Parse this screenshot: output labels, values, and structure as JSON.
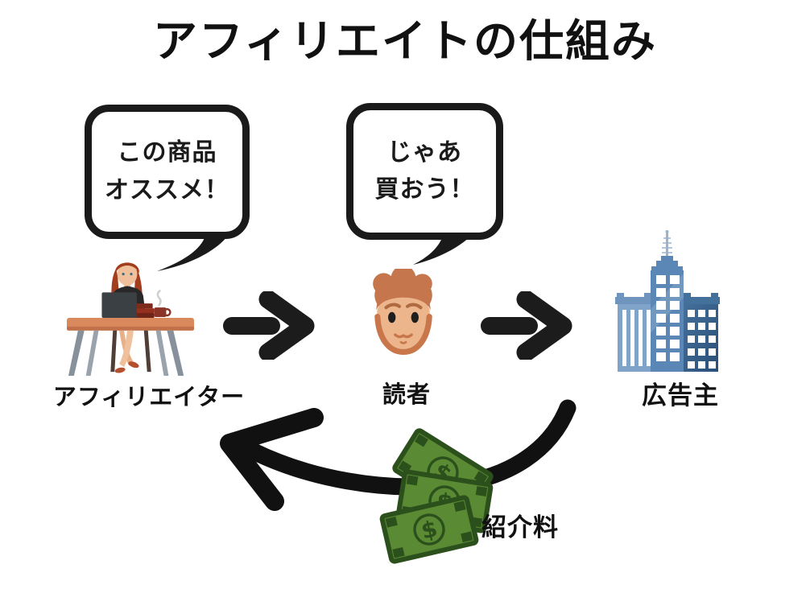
{
  "title": "アフィリエイトの仕組み",
  "bubbles": [
    {
      "speaker": "affiliater",
      "line1": "この商品",
      "line2": "オススメ！"
    },
    {
      "speaker": "reader",
      "line1": "じゃあ",
      "line2": "買おう！"
    }
  ],
  "actors": [
    {
      "id": "affiliater",
      "label": "アフィリエイター",
      "icon": "woman-at-desk-illustration"
    },
    {
      "id": "reader",
      "label": "読者",
      "icon": "reader-face-illustration"
    },
    {
      "id": "advertiser",
      "label": "広告主",
      "icon": "office-building-illustration"
    }
  ],
  "flow": {
    "forward_arrow_icon": "right-arrow-icon",
    "return_arrow_icon": "curved-left-arrow-icon",
    "money_icon": "dollar-bills-icon",
    "referral_fee_label": "紹介料",
    "dollar_sign": "$"
  },
  "colors": {
    "ink_black": "#1a1a1a",
    "bill_green": "#5a8a33",
    "bill_green_dark": "#2c501c",
    "building_blue": "#5a87b5",
    "building_blue_light": "#7fa3c9",
    "building_blue_dark": "#2a4f78",
    "affiliater_hair": "#a23d1d",
    "reader_hair": "#c5764c",
    "skin": "#ecb58c",
    "desk_brown": "#d9895c"
  }
}
